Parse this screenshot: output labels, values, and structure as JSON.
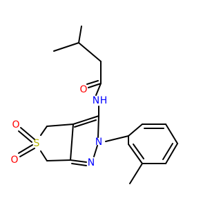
{
  "atoms": {
    "O_amide": {
      "text": "O",
      "color": "#ff0000"
    },
    "N_amide": {
      "text": "N",
      "color": "#0000ff"
    },
    "H_amide": {
      "text": "H",
      "color": "#0000ff"
    },
    "S": {
      "text": "S",
      "color": "#b2b200"
    },
    "O_sulfonyl_1": {
      "text": "O",
      "color": "#ff0000"
    },
    "O_sulfonyl_2": {
      "text": "O",
      "color": "#ff0000"
    },
    "N_pyrazole_2": {
      "text": "N",
      "color": "#0000ff"
    },
    "N_pyrazole_1": {
      "text": "N",
      "color": "#0000ff"
    }
  },
  "colors": {
    "bond": "#000000",
    "background": "#ffffff"
  }
}
